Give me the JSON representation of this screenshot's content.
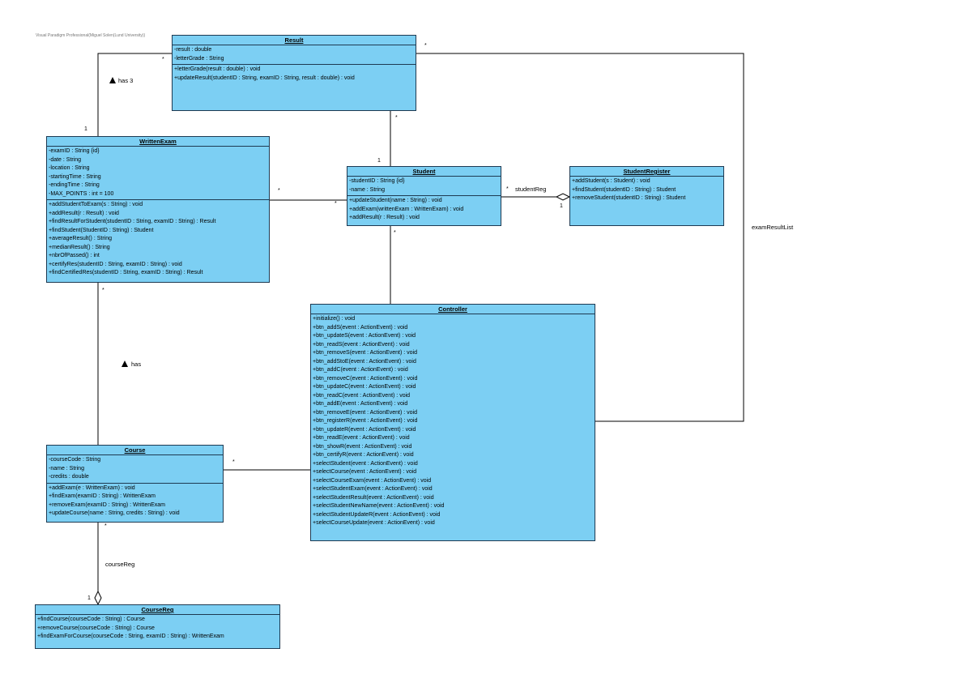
{
  "watermark": "Visual Paradigm Professional(Miguel Solen(Lund University))",
  "colors": {
    "class_fill": "#7ccff3",
    "class_border": "#1e3a52",
    "line": "#000000"
  },
  "classes": {
    "result": {
      "name": "Result",
      "attributes": [
        "-result : double",
        "-letterGrade : String"
      ],
      "operations": [
        "+letterGrade(result : double) : void",
        "+updateResult(studentID : String, examID : String, result : double) : void"
      ]
    },
    "written_exam": {
      "name": "WrittenExam",
      "attributes": [
        "-examID : String {id}",
        "-date : String",
        "-location : String",
        "-startingTime : String",
        "-endingTime : String",
        "-MAX_POINTS : int = 100"
      ],
      "operations": [
        "+addStudentToExam(s : String) : void",
        "+addResult(r : Result) : void",
        "+findResultForStudent(studentID : String, examID : String) : Result",
        "+findStudent(StudentID : String) : Student",
        "+averageResult() : String",
        "+medianResult() : String",
        "+nbrOfPassed() : int",
        "+certifyRes(studentID : String, examID : String) : void",
        "+findCertifiedRes(studentID : String, examID : String) : Result"
      ]
    },
    "student": {
      "name": "Student",
      "attributes": [
        "-studentID : String {id}",
        "-name : String"
      ],
      "operations": [
        "+updateStudent(name : String) : void",
        "+addExam(writtenExam : WrittenExam) : void",
        "+addResult(r : Result) : void"
      ]
    },
    "student_register": {
      "name": "StudentRegister",
      "attributes": [],
      "operations": [
        "+addStudent(s : Student) : void",
        "+findStudent(studentID : String) : Student",
        "+removeStudent(studentID : String) : Student"
      ]
    },
    "controller": {
      "name": "Controller",
      "attributes": [],
      "operations": [
        "+initialize() : void",
        "+btn_addS(event : ActionEvent) : void",
        "+btn_updateS(event : ActionEvent) : void",
        "+btn_readS(event : ActionEvent) : void",
        "+btn_removeS(event : ActionEvent) : void",
        "+btn_addStoE(event : ActionEvent) : void",
        "+btn_addC(event : ActionEvent) : void",
        "+btn_removeC(event : ActionEvent) : void",
        "+btn_updateC(event : ActionEvent) : void",
        "+btn_readC(event : ActionEvent) : void",
        "+btn_addE(event : ActionEvent) : void",
        "+btn_removeE(event : ActionEvent) : void",
        "+btn_registerR(event : ActionEvent) : void",
        "+btn_updateR(event : ActionEvent) : void",
        "+btn_readE(event : ActionEvent) : void",
        "+btn_showR(event : ActionEvent) : void",
        "+btn_certifyR(event : ActionEvent) : void",
        "+selectStudent(event : ActionEvent) : void",
        "+selectCourse(event : ActionEvent) : void",
        "+selectCourseExam(event : ActionEvent) : void",
        "+selectStudentExam(event : ActionEvent) : void",
        "+selectStudentResult(event : ActionEvent) : void",
        "+selectStudentNewName(event : ActionEvent) : void",
        "+selectStudentUpdateR(event : ActionEvent) : void",
        "+selectCourseUpdate(event : ActionEvent) : void"
      ]
    },
    "course": {
      "name": "Course",
      "attributes": [
        "-courseCode : String",
        "-name : String",
        "-credits : double"
      ],
      "operations": [
        "+addExam(e : WrittenExam) : void",
        "+findExam(examID : String) : WrittenExam",
        "+removeExam(examID : String) : WrittenExam",
        "+updateCourse(name : String, credits : String) : void"
      ]
    },
    "course_reg": {
      "name": "CourseReg",
      "attributes": [],
      "operations": [
        "+findCourse(courseCode : String) : Course",
        "+removeCourse(courseCode : String) : Course",
        "+findExamForCourse(courseCode : String, examID : String) : WrittenExam"
      ]
    }
  },
  "labels": {
    "has3": "has 3",
    "has": "has",
    "studentReg": "studentReg",
    "courseReg": "courseReg",
    "examResultList": "examResultList",
    "one": "1",
    "many": "*"
  }
}
